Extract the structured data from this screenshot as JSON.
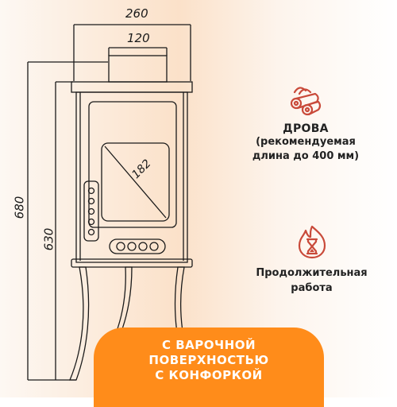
{
  "dimensions": {
    "outer_width": "260",
    "flue_width": "120",
    "total_height": "680",
    "body_height": "630",
    "door_diagonal": "182"
  },
  "features": [
    {
      "icon": "firewood-icon",
      "title": "ДРОВА",
      "description_lines": [
        "(рекомендуемая",
        "длина до 400 мм)"
      ]
    },
    {
      "icon": "hourglass-flame-icon",
      "description_lines": [
        "Продолжительная",
        "работа"
      ]
    }
  ],
  "banner": {
    "lines": [
      "С ВАРОЧНОЙ",
      "ПОВЕРХНОСТЬЮ",
      "С КОНФОРКОЙ"
    ]
  },
  "colors": {
    "accent": "#ff8c1a",
    "icon": "#c94a3a",
    "line": "#1a1a1a",
    "background_glow": "#fbe1c9"
  }
}
